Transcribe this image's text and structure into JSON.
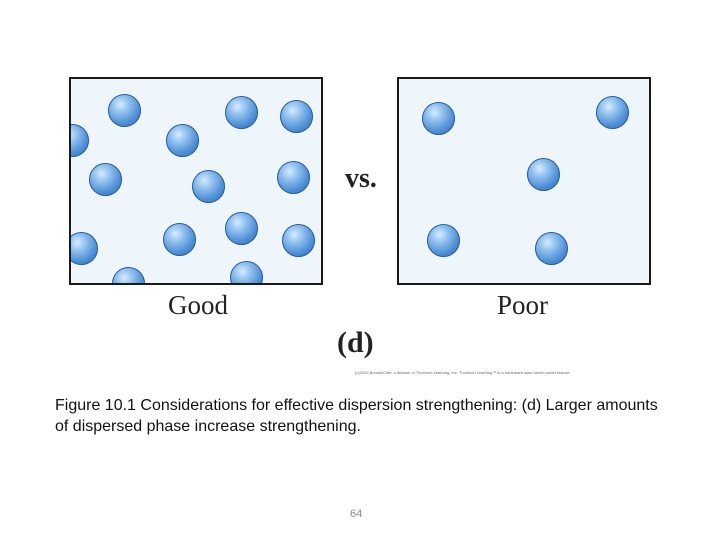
{
  "figure": {
    "label_good": "Good",
    "label_poor": "Poor",
    "label_vs": "vs.",
    "label_part": "(d)",
    "copyright": "(c)2003 Brooks/Cole, a division of Thomson Learning, Inc. Thomson Learning™ is a trademark used herein under license.",
    "colors": {
      "panel_bg": "#eef5fb",
      "particle": "#4f8fd6",
      "border": "#1a1a1a"
    }
  },
  "caption": "Figure 10.1 Considerations for effective dispersion strengthening: (d) Larger amounts of dispersed phase increase strengthening.",
  "page_number": "64"
}
